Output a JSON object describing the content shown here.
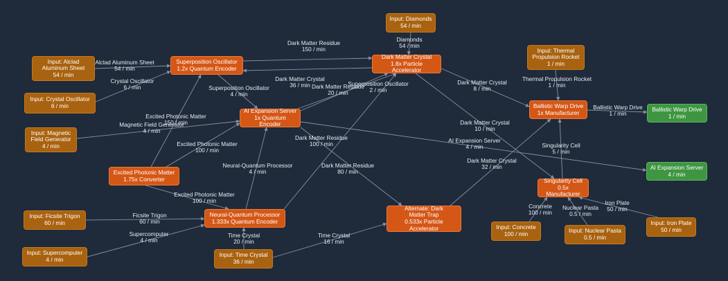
{
  "colors": {
    "background": "#1f2a3a",
    "input_node": "#a9620f",
    "machine_node": "#d55716",
    "output_node": "#3f9642",
    "edge": "#8793a6"
  },
  "nodes": {
    "in_alclad": {
      "l1": "Input: Alclad",
      "l2": "Aluminum Sheet",
      "l3": "54 / min"
    },
    "in_crystal_osc": {
      "l1": "Input: Crystal Oscillator",
      "l2": "6 / min"
    },
    "in_magnetic": {
      "l1": "Input: Magnetic",
      "l2": "Field Generator",
      "l3": "4 / min"
    },
    "in_diamonds": {
      "l1": "Input: Diamonds",
      "l2": "54 / min"
    },
    "in_thermal": {
      "l1": "Input: Thermal",
      "l2": "Propulsion Rocket",
      "l3": "1 / min"
    },
    "in_ficsite": {
      "l1": "Input: Ficsite Trigon",
      "l2": "60 / min"
    },
    "in_supercomputer": {
      "l1": "Input: Supercomputer",
      "l2": "4 / min"
    },
    "in_time_crystal": {
      "l1": "Input: Time Crystal",
      "l2": "36 / min"
    },
    "in_concrete": {
      "l1": "Input: Concrete",
      "l2": "100 / min"
    },
    "in_nuclear": {
      "l1": "Input: Nuclear Pasta",
      "l2": "0.5 / min"
    },
    "in_iron": {
      "l1": "Input: Iron Plate",
      "l2": "50 / min"
    },
    "m_superposition": {
      "l1": "Superposition Oscillator",
      "l2": "1.2x Quantum Encoder"
    },
    "m_dark_matter_crystal": {
      "l1": "Dark Matter Crystal",
      "l2": "1.8x Particle Accelerator"
    },
    "m_ai_server": {
      "l1": "AI Expansion Server",
      "l2": "1x Quantum Encoder"
    },
    "m_photonic": {
      "l1": "Excited Photonic Matter",
      "l2": "1.75x Converter"
    },
    "m_nqp": {
      "l1": "Neural-Quantum Processor",
      "l2": "1.333x Quantum Encoder"
    },
    "m_dark_trap": {
      "l1": "Alternate: Dark",
      "l2": "Matter Trap",
      "l3": "0.533x Particle Accelerator"
    },
    "m_warp": {
      "l1": "Ballistic Warp Drive",
      "l2": "1x Manufacturer"
    },
    "m_singularity": {
      "l1": "Singularity Cell",
      "l2": "0.5x Manufacturer"
    },
    "out_warp": {
      "l1": "Ballistic Warp Drive",
      "l2": "1 / min"
    },
    "out_ai_server": {
      "l1": "AI Expansion Server",
      "l2": "4 / min"
    }
  },
  "edges": [
    {
      "name": "Alclad Aluminum Sheet",
      "rate": "54 / min"
    },
    {
      "name": "Crystal Oscillator",
      "rate": "6 / min"
    },
    {
      "name": "Magnetic Field Generator",
      "rate": "4 / min"
    },
    {
      "name": "Diamonds",
      "rate": "54 / min"
    },
    {
      "name": "Dark Matter Residue",
      "rate": "150 / min"
    },
    {
      "name": "Dark Matter Crystal",
      "rate": "36 / min"
    },
    {
      "name": "Superposition Oscillator",
      "rate": "4 / min"
    },
    {
      "name": "Superposition Oscillator",
      "rate": "2 / min"
    },
    {
      "name": "Dark Matter Residue",
      "rate": "20 / min"
    },
    {
      "name": "Dark Matter Crystal",
      "rate": "8 / min"
    },
    {
      "name": "Thermal Propulsion Rocket",
      "rate": "1 / min"
    },
    {
      "name": "Ballistic Warp Drive",
      "rate": "1 / min"
    },
    {
      "name": "Excited Photonic Matter",
      "rate": "150 / min"
    },
    {
      "name": "Excited Photonic Matter",
      "rate": "100 / min"
    },
    {
      "name": "Excited Photonic Matter",
      "rate": "100 / min"
    },
    {
      "name": "Dark Matter Residue",
      "rate": "100 / min"
    },
    {
      "name": "Dark Matter Residue",
      "rate": "80 / min"
    },
    {
      "name": "AI Expansion Server",
      "rate": "4 / min"
    },
    {
      "name": "Dark Matter Crystal",
      "rate": "10 / min"
    },
    {
      "name": "Dark Matter Crystal",
      "rate": "32 / min"
    },
    {
      "name": "Singularity Cell",
      "rate": "5 / min"
    },
    {
      "name": "Neural-Quantum Processor",
      "rate": "4 / min"
    },
    {
      "name": "Ficsite Trigon",
      "rate": "60 / min"
    },
    {
      "name": "Supercomputer",
      "rate": "4 / min"
    },
    {
      "name": "Time Crystal",
      "rate": "20 / min"
    },
    {
      "name": "Time Crystal",
      "rate": "16 / min"
    },
    {
      "name": "Concrete",
      "rate": "100 / min"
    },
    {
      "name": "Nuclear Pasta",
      "rate": "0.5 / min"
    },
    {
      "name": "Iron Plate",
      "rate": "50 / min"
    }
  ]
}
